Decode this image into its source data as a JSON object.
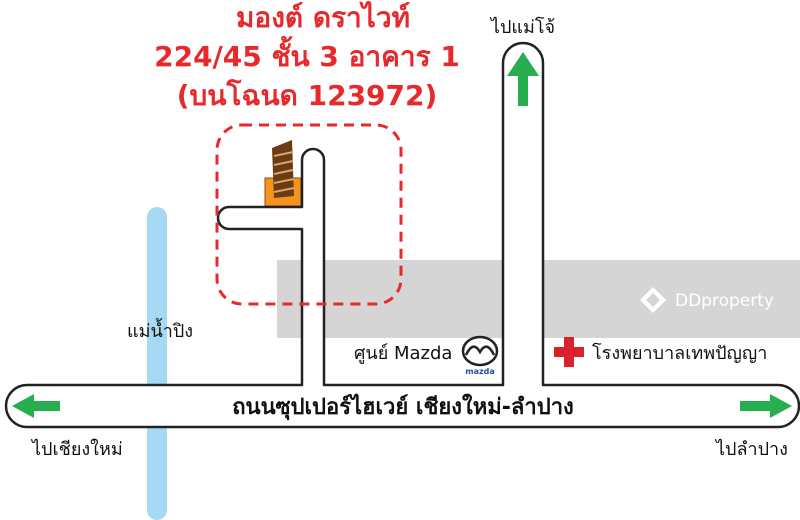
{
  "title": {
    "line1": "มองต์ ดราไวท์",
    "line2": "224/45 ชั้น 3 อาคาร 1",
    "line3": "(บนโฉนด 123972)"
  },
  "labels": {
    "to_mae_jo": "ไปแม่โจ้",
    "river": "แม่น้ำปิง",
    "mazda_center": "ศูนย์ Mazda",
    "mazda_logo_text": "mazda",
    "hospital": "โรงพยาบาลเทพปัญญา",
    "main_road": "ถนนซุปเปอร์ไฮเวย์ เชียงใหม่-ลำปาง",
    "to_chiang_mai": "ไปเชียงใหม่",
    "to_lampang": "ไปลำปาง"
  },
  "watermark": {
    "text": "DDproperty"
  },
  "colors": {
    "title": "#e8292c",
    "river": "#a6d9f3",
    "arrow_green": "#27ae4f",
    "hospital_cross": "#d8232a",
    "highlight_dash": "#e8292c",
    "building": "#f6921e",
    "road_outline": "#222222",
    "watermark_band": "#9a9a9a",
    "mazda_blue": "#1f4fa8"
  },
  "icons": {
    "building": "building-icon",
    "hospital": "red-cross-icon",
    "mazda": "mazda-logo-icon",
    "arrows": [
      "arrow-up-icon",
      "arrow-left-icon",
      "arrow-right-icon"
    ]
  }
}
